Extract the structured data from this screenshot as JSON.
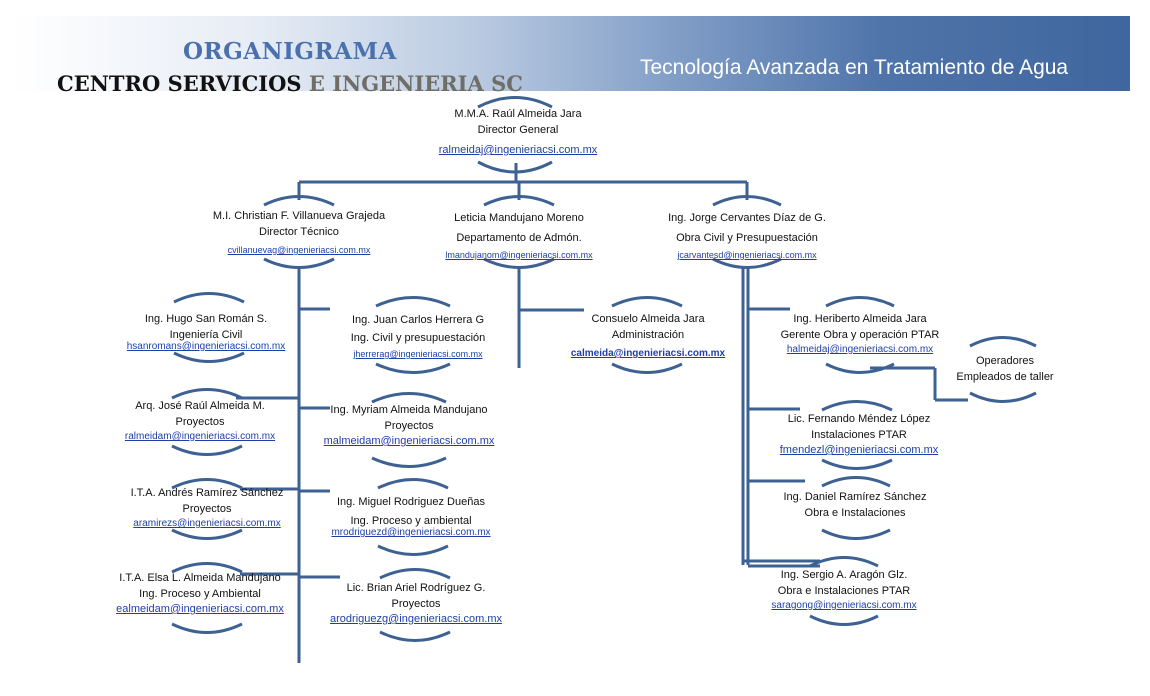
{
  "header": {
    "title": "ORGANIGRAMA",
    "subtitle_part1": "CENTRO SERVICIOS",
    "subtitle_part2": "E INGENIERIA SC",
    "tagline": "Tecnología Avanzada en Tratamiento de Agua"
  },
  "nodes": {
    "director": {
      "name": "M.M.A. Raúl Almeida Jara",
      "role": "Director General",
      "email": "ralmeidaj@ingenieriacsi.com.mx"
    },
    "tecnico": {
      "name": "M.I. Christian F. Villanueva Grajeda",
      "role": "Director Técnico",
      "email": "cvillanuevag@ingenieriacsi.com.mx"
    },
    "admon": {
      "name": "Leticia Mandujano Moreno",
      "role": "Departamento de Admón.",
      "email": "lmandujanom@ingenieriacsi.com.mx"
    },
    "obracivil": {
      "name": "Ing. Jorge Cervantes Díaz de G.",
      "role": "Obra Civil y Presupuestación",
      "email": "jcarvantesd@ingenieriacsi.com.mx"
    },
    "hugo": {
      "name": "Ing. Hugo San Román S.",
      "role": "Ingeniería Civil",
      "email": "hsanromans@ingenieriacsi.com.mx"
    },
    "juan": {
      "name": "Ing. Juan Carlos Herrera G",
      "role": "Ing. Civil y  presupuestación",
      "email": "jherrerag@ingenieriacsi.com.mx"
    },
    "consuelo": {
      "name": "Consuelo Almeida Jara",
      "role": "Administración",
      "email": "calmeida@ingenieriacsi.com.mx"
    },
    "heriberto": {
      "name": "Ing. Heriberto Almeida Jara",
      "role": "Gerente Obra y operación PTAR",
      "email": "halmeidaj@ingenieriacsi.com.mx"
    },
    "operadores": {
      "name": "Operadores",
      "role": "Empleados de taller"
    },
    "jose": {
      "name": "Arq. José Raúl Almeida M.",
      "role": "Proyectos",
      "email": "ralmeidam@ingenieriacsi.com.mx"
    },
    "myriam": {
      "name": "Ing. Myriam Almeida Mandujano",
      "role": "Proyectos",
      "email": "malmeidam@ingenieriacsi.com.mx"
    },
    "fernando": {
      "name": "Lic. Fernando Méndez López",
      "role": "Instalaciones PTAR",
      "email": "fmendezl@ingenieriacsi.com.mx"
    },
    "andres": {
      "name": "I.T.A. Andrés Ramírez Sánchez",
      "role": "Proyectos",
      "email": "aramirezs@ingenieriacsi.com.mx"
    },
    "miguel": {
      "name": "Ing. Miguel Rodriguez Dueñas",
      "role": "Ing. Proceso y ambiental",
      "email": "mrodriguezd@ingenieriacsi.com.mx"
    },
    "daniel": {
      "name": "Ing. Daniel Ramírez Sánchez",
      "role": "Obra e Instalaciones"
    },
    "elsa": {
      "name": "I.T.A. Elsa L. Almeida Mandujano",
      "role": "Ing. Proceso y Ambiental",
      "email": "ealmeidam@ingenieriacsi.com.mx"
    },
    "brian": {
      "name": "Lic. Brian Ariel Rodríguez G.",
      "role": "Proyectos",
      "email": "arodriguezg@ingenieriacsi.com.mx"
    },
    "sergio": {
      "name": "Ing. Sergio A. Aragón Glz.",
      "role": "Obra e Instalaciones PTAR",
      "email": "saragong@ingenieriacsi.com.mx"
    }
  },
  "colors": {
    "line": "#3d6192",
    "link": "#1f3ea8",
    "banner_dark": "#3f669e"
  }
}
